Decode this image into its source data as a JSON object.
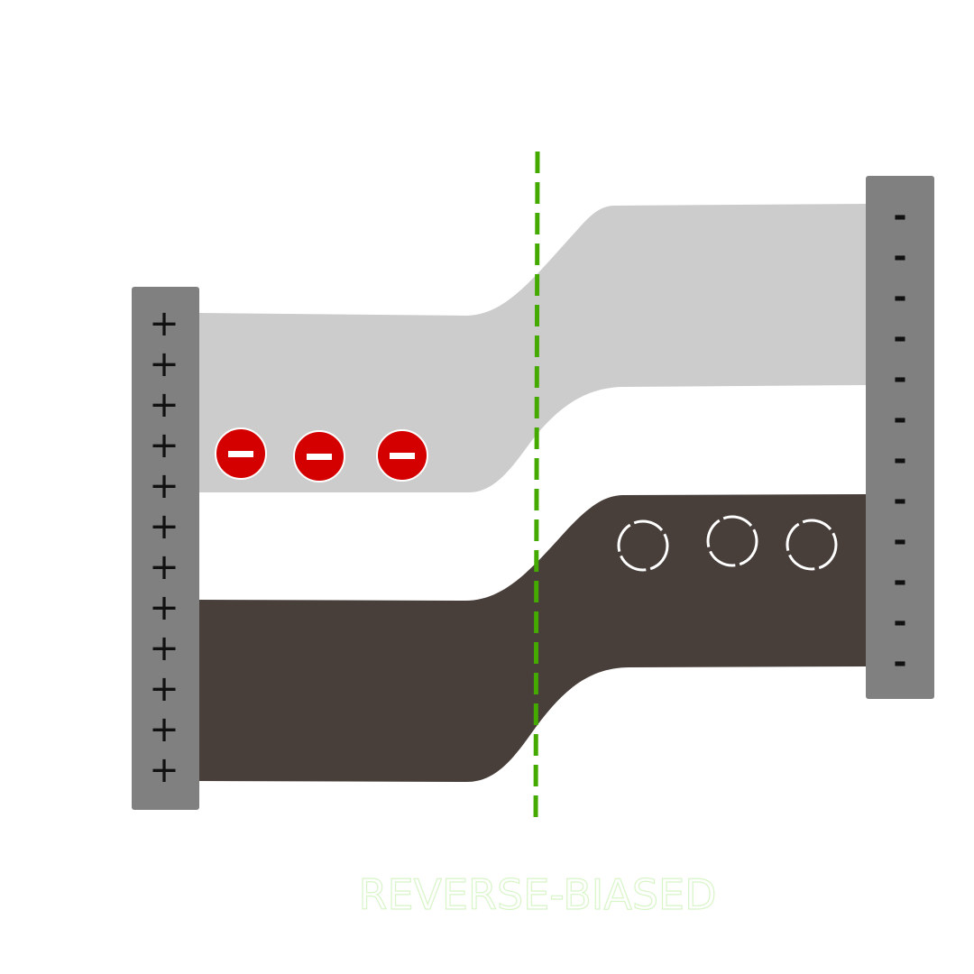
{
  "diagram": {
    "caption": "REVERSE-BIASED",
    "left_terminal_symbol": "+",
    "right_terminal_symbol": "-",
    "left_terminal_count": 12,
    "right_terminal_count": 12,
    "electrons_count": 3,
    "holes_count": 3,
    "colors": {
      "terminal": "#808080",
      "upper_band": "#cccccc",
      "lower_band": "#483e3a",
      "electron": "#d40000",
      "junction_line": "#44aa00",
      "caption_outline": "#d8f5c8",
      "hole_outline": "#ffffff"
    }
  }
}
